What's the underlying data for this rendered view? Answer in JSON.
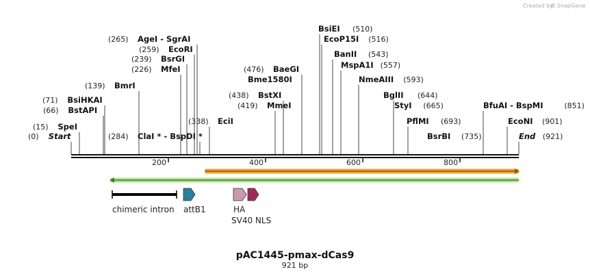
{
  "credit": {
    "prefix": "Created by",
    "brand": "SnapGene"
  },
  "title": "pAC1445-pmax-dCas9",
  "subtitle": "921 bp",
  "scale": {
    "length": 921,
    "ticks": [
      "200",
      "400",
      "600",
      "800"
    ]
  },
  "sites": [
    {
      "pos": 0,
      "pos_label": "(0)",
      "name": "Start",
      "italic": true
    },
    {
      "pos": 15,
      "pos_label": "(15)",
      "name": "SpeI"
    },
    {
      "pos": 66,
      "pos_label": "(66)",
      "name": "BstAPI"
    },
    {
      "pos": 71,
      "pos_label": "(71)",
      "name": "BsiHKAI"
    },
    {
      "pos": 139,
      "pos_label": "(139)",
      "name": "BmrI"
    },
    {
      "pos": 226,
      "pos_label": "(226)",
      "name": "MfeI"
    },
    {
      "pos": 239,
      "pos_label": "(239)",
      "name": "BsrGI"
    },
    {
      "pos": 259,
      "pos_label": "(259)",
      "name": "EcoRI"
    },
    {
      "pos": 265,
      "pos_label": "(265)",
      "name": "AgeI  - SgrAI"
    },
    {
      "pos": 284,
      "pos_label": "(284)",
      "name": "ClaI *  - BspDI *"
    },
    {
      "pos": 338,
      "pos_label": "(338)",
      "name": "EciI"
    },
    {
      "pos": 419,
      "pos_label": "(419)",
      "name": "MmeI"
    },
    {
      "pos": 438,
      "pos_label": "(438)",
      "name": "BstXI"
    },
    {
      "pos": 476,
      "pos_label": "(476)",
      "name": "BaeGI"
    },
    {
      "pos": 476,
      "pos_label": "",
      "name": "Bme1580I"
    },
    {
      "pos": 510,
      "pos_label": "(510)",
      "name": "BsiEI"
    },
    {
      "pos": 516,
      "pos_label": "(516)",
      "name": "EcoP15I"
    },
    {
      "pos": 543,
      "pos_label": "(543)",
      "name": "BanII"
    },
    {
      "pos": 557,
      "pos_label": "(557)",
      "name": "MspA1I"
    },
    {
      "pos": 593,
      "pos_label": "(593)",
      "name": "NmeAIII"
    },
    {
      "pos": 644,
      "pos_label": "(644)",
      "name": "BglII"
    },
    {
      "pos": 665,
      "pos_label": "(665)",
      "name": "StyI"
    },
    {
      "pos": 693,
      "pos_label": "(693)",
      "name": "PflMI"
    },
    {
      "pos": 735,
      "pos_label": "(735)",
      "name": "BsrBI"
    },
    {
      "pos": 851,
      "pos_label": "(851)",
      "name": "BfuAI  - BspMI"
    },
    {
      "pos": 901,
      "pos_label": "(901)",
      "name": "EcoNI"
    },
    {
      "pos": 921,
      "pos_label": "(921)",
      "name": "End",
      "italic": true
    }
  ],
  "features": [
    {
      "name": "chimeric intron",
      "start": 85,
      "end": 218,
      "type": "intron",
      "color": "#000000"
    },
    {
      "name": "attB1",
      "start": 230,
      "end": 255,
      "type": "arrow",
      "color": "#2a7f9a"
    },
    {
      "name": "HA",
      "start": 330,
      "end": 357,
      "type": "arrow",
      "color": "#c99ab0"
    },
    {
      "name": "SV40 NLS",
      "start": 358,
      "end": 380,
      "type": "arrow",
      "color": "#9b2d5e"
    }
  ],
  "orfs": [
    {
      "name": "orange-orf",
      "start": 275,
      "end": 921,
      "direction": "forward",
      "color": "#f0a030",
      "edge": "#8a5a10"
    },
    {
      "name": "green-orf",
      "start": 80,
      "end": 921,
      "direction": "reverse",
      "color": "#b5e39a",
      "edge": "#3c7a22"
    }
  ]
}
